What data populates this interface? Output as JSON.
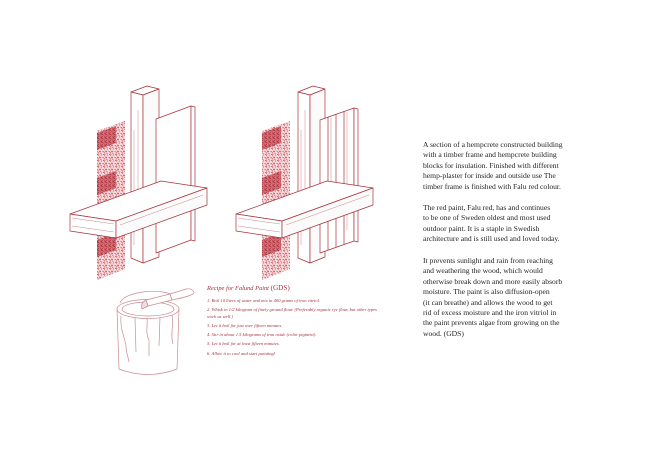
{
  "recipe": {
    "title": "Recipe for Falund Paint",
    "source_tag": "(GDS)",
    "steps": [
      "1. Boil 10 liters of water and mix in 400 grams of iron vitriol.",
      "2. Whisk in 1/2 kilogram of finely ground flour. (Preferably organic rye flour, but other types work as well.)",
      "3. Let it boil for just over fifteen minutes.",
      "4. Stir in about 1.5 kilograms of iron oxide (color pigment).",
      "5. Let it boil for at least fifteen minutes.",
      "6. Allow it to cool and start painting!"
    ]
  },
  "description": {
    "paragraphs": [
      "A section of a hempcrete constructed building\nwith a timber frame and hempcrete building\nblocks for insulation. Finished with different\nhemp-plaster for inside and outside use The\ntimber frame is finished with Falu red colour.",
      "The red paint, Falu red, has and continues\nto be one of Sweden oldest and most used\noutdoor paint. It is a staple in Swedish\narchitecture and is still used and loved today.",
      "It prevents sunlight and rain from reaching\nand weathering the wood, which would\notherwise break down and more easily absorb\nmoisture. The paint is also diffusion-open\n(it can breathe) and allows the wood to get\nrid of excess moisture and the iron vitriol in\nthe paint prevents algae from growing on the\nwood. (GDS)"
    ]
  },
  "colors": {
    "line": "#a8323b",
    "texture": "#c0303b",
    "text": "#1e1e1e"
  },
  "icons": [
    "paint-bucket-icon",
    "paint-brush-icon"
  ]
}
